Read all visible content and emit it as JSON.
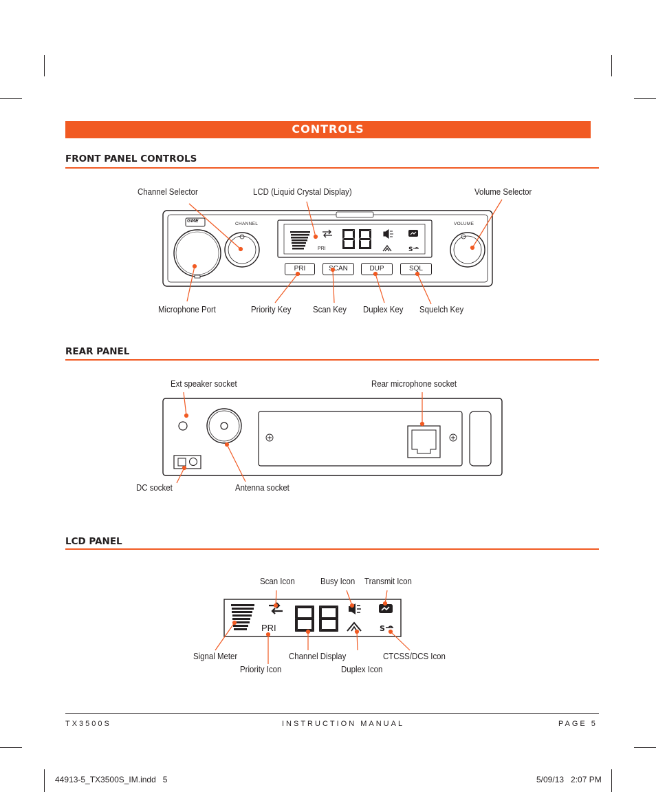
{
  "banner": {
    "title": "CONTROLS"
  },
  "sections": {
    "front": "FRONT PANEL CONTROLS",
    "rear": "REAR PANEL",
    "lcd": "LCD PANEL"
  },
  "front_labels": {
    "channel_selector": "Channel Selector",
    "lcd": "LCD (Liquid Crystal Display)",
    "volume_selector": "Volume Selector",
    "microphone_port": "Microphone Port",
    "priority_key": "Priority Key",
    "scan_key": "Scan Key",
    "duplex_key": "Duplex Key",
    "squelch_key": "Squelch Key"
  },
  "front_device": {
    "brand": "GME",
    "channel_text": "CHANNEL",
    "volume_text": "VOLUME",
    "lcd_pri": "PRI",
    "keys": [
      "PRI",
      "SCAN",
      "DUP",
      "SQL"
    ]
  },
  "rear_labels": {
    "ext_speaker": "Ext speaker socket",
    "rear_mic": "Rear microphone socket",
    "dc_socket": "DC socket",
    "antenna": "Antenna socket"
  },
  "lcd_labels": {
    "scan_icon": "Scan Icon",
    "busy_icon": "Busy Icon",
    "transmit_icon": "Transmit Icon",
    "signal_meter": "Signal Meter",
    "channel_display": "Channel Display",
    "ctcss_icon": "CTCSS/DCS Icon",
    "priority_icon": "Priority Icon",
    "duplex_icon": "Duplex Icon",
    "lcd_pri": "PRI"
  },
  "footer": {
    "model": "TX3500S",
    "manual": "INSTRUCTION MANUAL",
    "page": "PAGE 5"
  },
  "slug": {
    "file": "44913-5_TX3500S_IM.indd   5",
    "date": "5/09/13   2:07 PM"
  },
  "colors": {
    "accent": "#f15a22",
    "ink": "#231f20"
  }
}
